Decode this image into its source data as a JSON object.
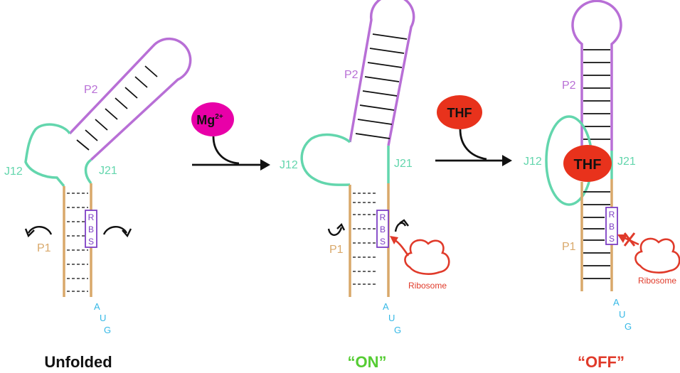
{
  "colors": {
    "p2": "#b86fd6",
    "junction": "#63d6ad",
    "p1": "#d9a86a",
    "rbs": "#7d3fc4",
    "aug": "#35b8e6",
    "ribosome": "#e03a2a",
    "mg": "#e800a8",
    "thf": "#e8321c",
    "on": "#55cc33",
    "off": "#e03a2a",
    "arrow": "#111111"
  },
  "panels": {
    "unfolded": {
      "p2": "P2",
      "j12": "J12",
      "j21": "J21",
      "p1": "P1",
      "rbs": [
        "R",
        "B",
        "S"
      ],
      "aug": [
        "A",
        "U",
        "G"
      ],
      "caption": "Unfolded"
    },
    "on": {
      "p2": "P2",
      "j12": "J12",
      "j21": "J21",
      "p1": "P1",
      "rbs": [
        "R",
        "B",
        "S"
      ],
      "aug": [
        "A",
        "U",
        "G"
      ],
      "ribosome": "Ribosome",
      "caption": "“ON”"
    },
    "off": {
      "p2": "P2",
      "j12": "J12",
      "j21": "J21",
      "p1": "P1",
      "rbs": [
        "R",
        "B",
        "S"
      ],
      "aug": [
        "A",
        "U",
        "G"
      ],
      "ribosome": "Ribosome",
      "thf": "THF",
      "caption": "“OFF”"
    }
  },
  "transitions": {
    "first": {
      "ligand": "Mg",
      "superscript": "2+"
    },
    "second": {
      "ligand": "THF"
    }
  }
}
